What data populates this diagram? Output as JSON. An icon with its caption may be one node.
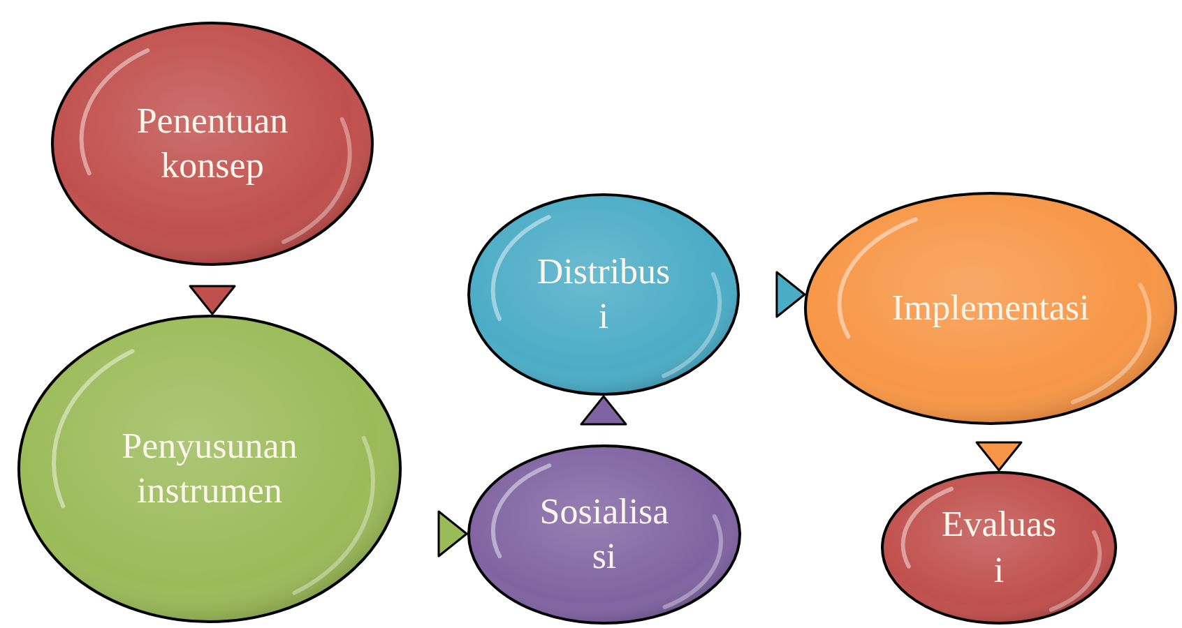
{
  "diagram": {
    "nodes": [
      {
        "text": [
          "Penentuan konsep"
        ]
      },
      {
        "text": [
          "Penyusunan instrumen"
        ]
      },
      {
        "text": [
          "Distribus i"
        ]
      },
      {
        "text": [
          "Sosialisa si"
        ]
      },
      {
        "text": [
          "Implementasi"
        ]
      },
      {
        "text": [
          "Evaluas i"
        ]
      }
    ],
    "edges": [
      {
        "from": 0,
        "to": 1,
        "arrow": "to",
        "color": "#c0504d"
      },
      {
        "from": 1,
        "to": 3,
        "arrow": "to",
        "color": "#9bbb59"
      },
      {
        "from": 3,
        "to": 2,
        "arrow": "to",
        "color": "#8064a2"
      },
      {
        "from": 2,
        "to": 4,
        "arrow": "to",
        "color": "#4bacc6"
      },
      {
        "from": 4,
        "to": 5,
        "arrow": "to",
        "color": "#f79646"
      }
    ]
  }
}
